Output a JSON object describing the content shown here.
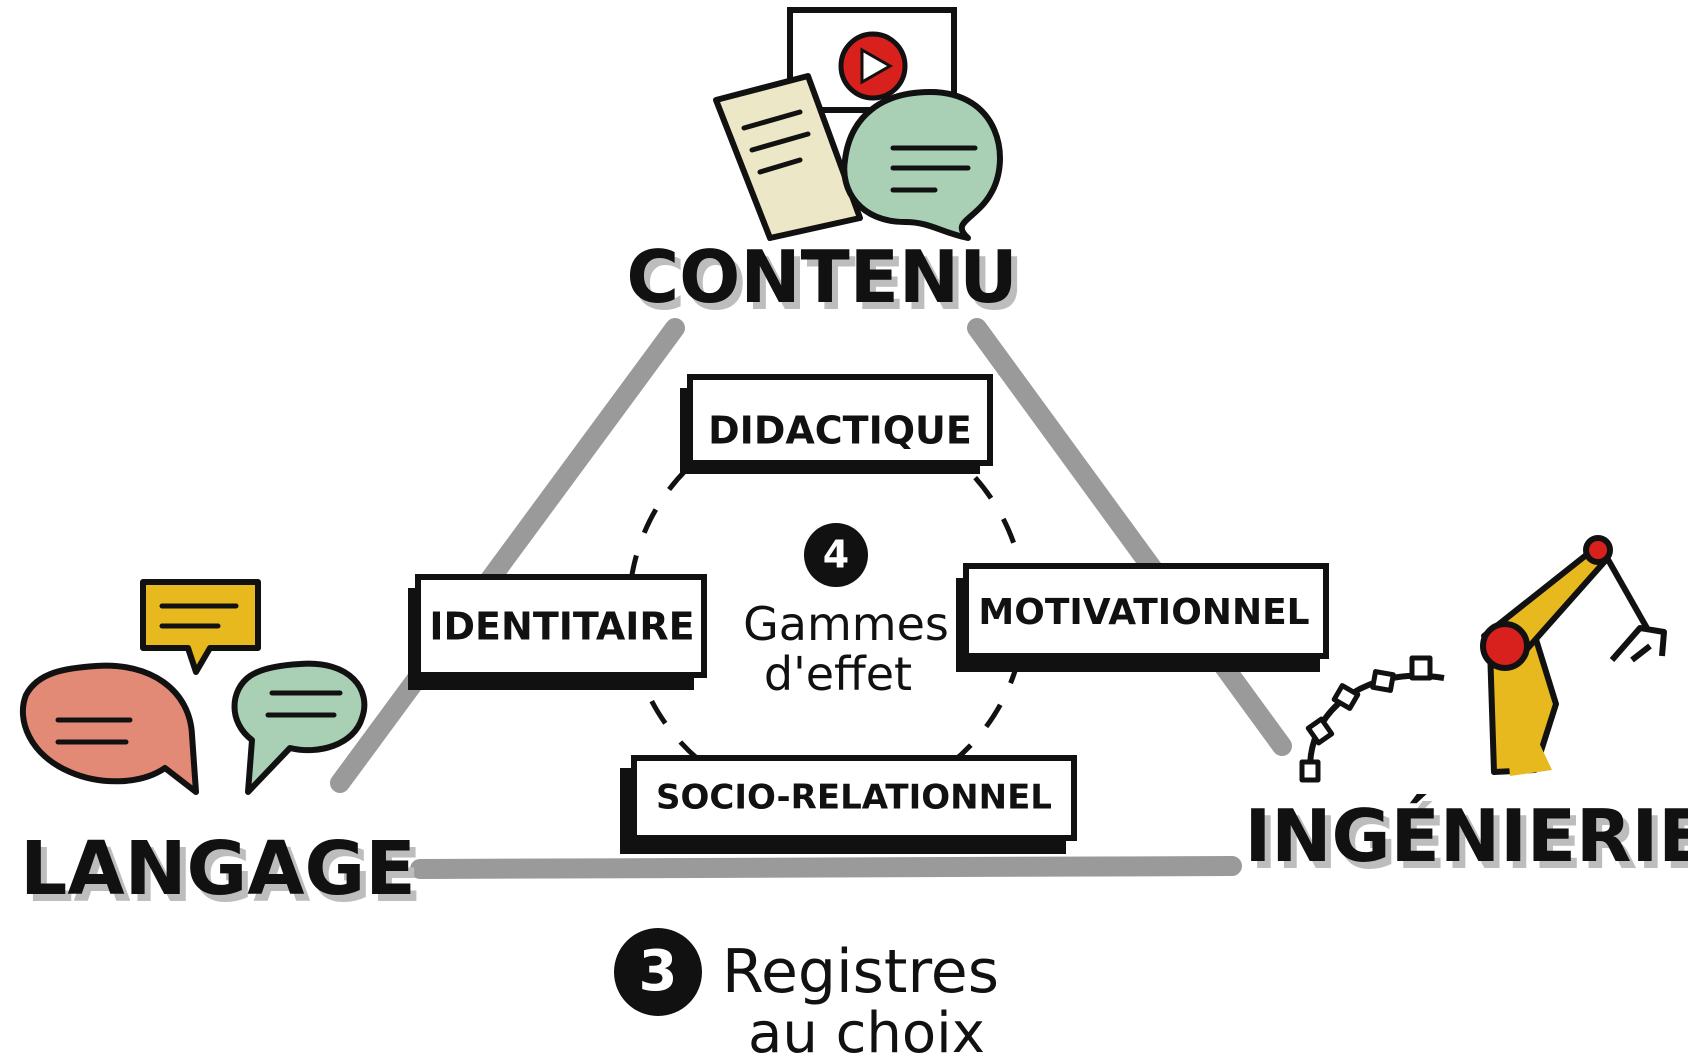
{
  "vertices": {
    "top": "CONTENU",
    "left": "LANGAGE",
    "right": "INGÉNIERIE"
  },
  "center": {
    "number": "4",
    "line1": "Gammes",
    "line2": "d'effet"
  },
  "effects": {
    "top": "DIDACTIQUE",
    "left": "IDENTITAIRE",
    "right": "MOTIVATIONNEL",
    "bottom": "SOCIO-RELATIONNEL"
  },
  "footer": {
    "number": "3",
    "line1": "Registres",
    "line2": "au choix"
  },
  "colors": {
    "salmon_bubble": "#e38a77",
    "mint_bubble": "#a9cfb4",
    "yellow": "#e8b81f",
    "red": "#d8211c",
    "paper": "#ece7c7",
    "triangle_gray": "#9a9a9a"
  },
  "icons": {
    "contenu": [
      "document-icon",
      "video-play-icon",
      "speech-bubble-icon"
    ],
    "langage": [
      "speech-bubble-icon",
      "speech-bubble-icon",
      "speech-bubble-icon"
    ],
    "ingenierie": [
      "robot-arm-icon",
      "gear-icon"
    ]
  }
}
